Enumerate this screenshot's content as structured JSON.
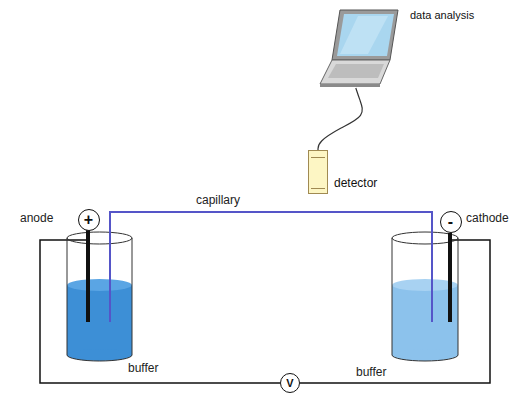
{
  "diagram": {
    "nodes": [
      {
        "text": [
          "data analysis"
        ]
      },
      {
        "text": [
          "detector"
        ]
      },
      {
        "text": [
          "+"
        ]
      },
      {
        "text": [
          "-"
        ]
      },
      {
        "text": [
          "V"
        ]
      }
    ],
    "edges": [
      {
        "from": 0,
        "to": 1,
        "arrow": "none"
      }
    ],
    "labels": [
      "capillary",
      "anode",
      "cathode",
      "buffer",
      "buffer"
    ]
  }
}
